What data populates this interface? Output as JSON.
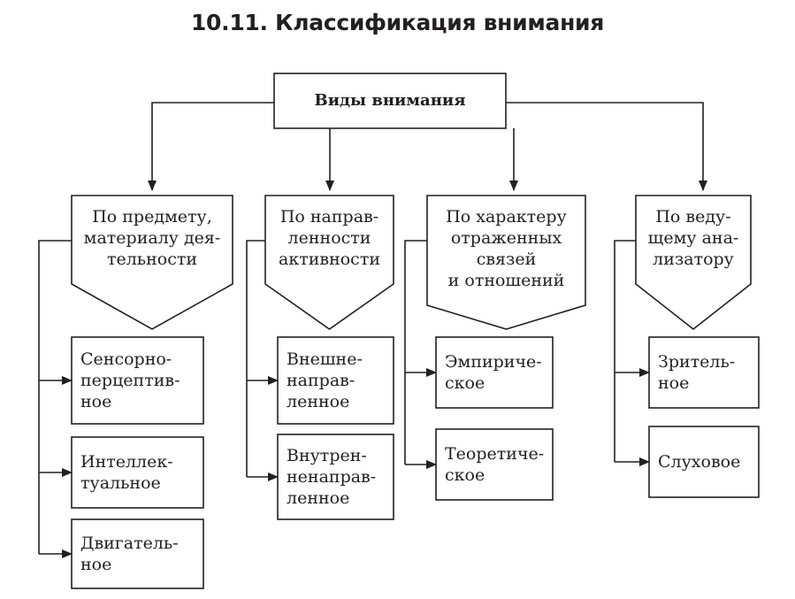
{
  "title": "10.11. Классификация внимания",
  "root": {
    "label": "Виды внимания"
  },
  "categories": [
    {
      "lines": [
        "По предмету,",
        "материалу дея-",
        "тельности"
      ],
      "items": [
        {
          "lines": [
            "Сенсорно-",
            "перцептив-",
            "ное"
          ]
        },
        {
          "lines": [
            "Интеллек-",
            "туальное"
          ]
        },
        {
          "lines": [
            "Двигатель-",
            "ное"
          ]
        }
      ]
    },
    {
      "lines": [
        "По направ-",
        "ленности",
        "активности"
      ],
      "items": [
        {
          "lines": [
            "Внешне-",
            "направ-",
            "ленное"
          ]
        },
        {
          "lines": [
            "Внутрен-",
            "ненаправ-",
            "ленное"
          ]
        }
      ]
    },
    {
      "lines": [
        "По характеру",
        "отраженных",
        "связей",
        "и отношений"
      ],
      "items": [
        {
          "lines": [
            "Эмпириче-",
            "ское"
          ]
        },
        {
          "lines": [
            "Теоретиче-",
            "ское"
          ]
        }
      ]
    },
    {
      "lines": [
        "По веду-",
        "щему ана-",
        "лизатору"
      ],
      "items": [
        {
          "lines": [
            "Зритель-",
            "ное"
          ]
        },
        {
          "lines": [
            "Слуховое"
          ]
        }
      ]
    }
  ]
}
